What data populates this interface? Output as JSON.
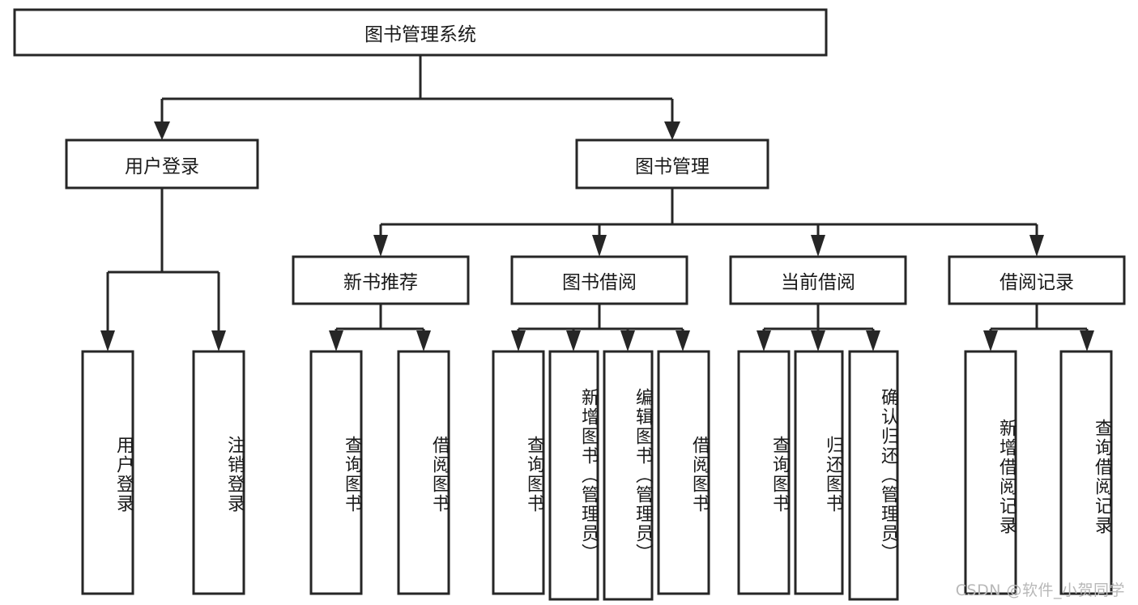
{
  "diagram": {
    "type": "tree",
    "title": "图书管理系统",
    "watermark": "CSDN @软件_小贺同学",
    "colors": {
      "stroke": "#262626",
      "fill": "#ffffff",
      "text": "#1a1a1a",
      "watermark": "#b8b8b8"
    },
    "levels": {
      "root": {
        "label": "图书管理系统"
      },
      "level2": [
        {
          "label": "用户登录"
        },
        {
          "label": "图书管理"
        }
      ],
      "level3": [
        {
          "label": "新书推荐"
        },
        {
          "label": "图书借阅"
        },
        {
          "label": "当前借阅"
        },
        {
          "label": "借阅记录"
        }
      ],
      "leaves_user_login": [
        {
          "label": "用户登录"
        },
        {
          "label": "注销登录"
        }
      ],
      "leaves_new_book": [
        {
          "label": "查询图书"
        },
        {
          "label": "借阅图书"
        }
      ],
      "leaves_borrow": [
        {
          "label": "查询图书"
        },
        {
          "label": "新增图书（管理员）"
        },
        {
          "label": "编辑图书（管理员）"
        },
        {
          "label": "借阅图书"
        }
      ],
      "leaves_current": [
        {
          "label": "查询图书"
        },
        {
          "label": "归还图书"
        },
        {
          "label": "确认归还（管理员）"
        }
      ],
      "leaves_records": [
        {
          "label": "新增借阅记录"
        },
        {
          "label": "查询借阅记录"
        }
      ]
    }
  }
}
